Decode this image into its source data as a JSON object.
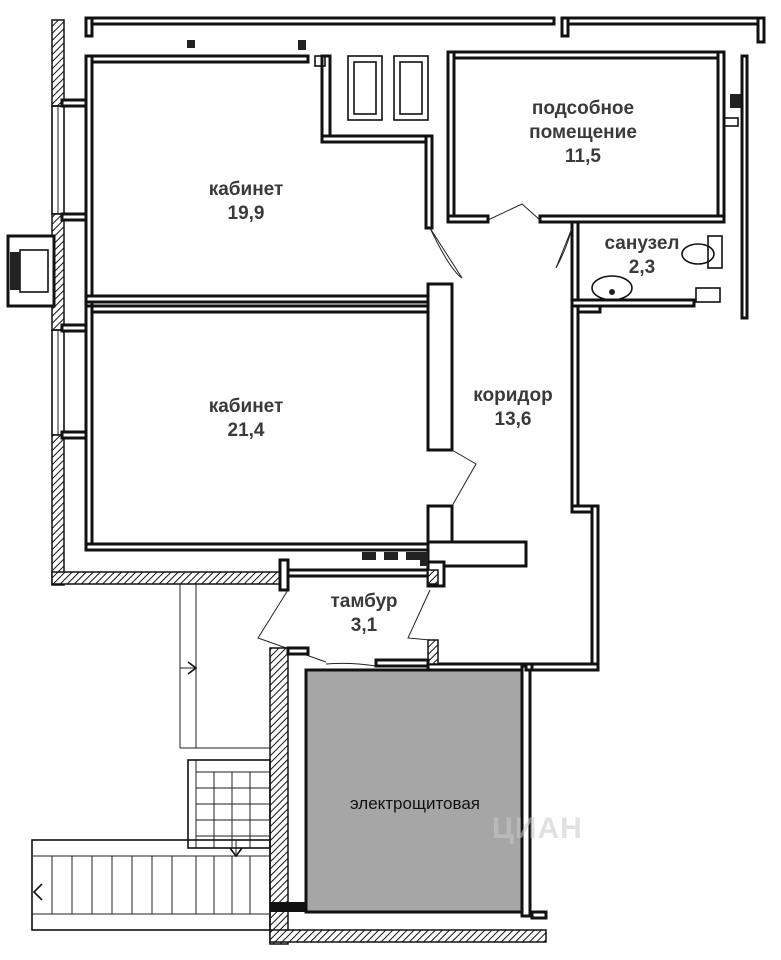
{
  "rooms": [
    {
      "name": "кабинет",
      "area": "19,9"
    },
    {
      "name": "кабинет",
      "area": "21,4"
    },
    {
      "name": "подсобное помещение",
      "name_line1": "подсобное",
      "name_line2": "помещение",
      "area": "11,5"
    },
    {
      "name": "санузел",
      "area": "2,3"
    },
    {
      "name": "коридор",
      "area": "13,6"
    },
    {
      "name": "тамбур",
      "area": "3,1"
    },
    {
      "name": "электрощитовая",
      "area": ""
    }
  ],
  "colors": {
    "wall": "#111111",
    "electrical_room_fill": "#a6a6a6",
    "label_text": "#3a3a3a"
  },
  "watermark": "ЦИАН"
}
